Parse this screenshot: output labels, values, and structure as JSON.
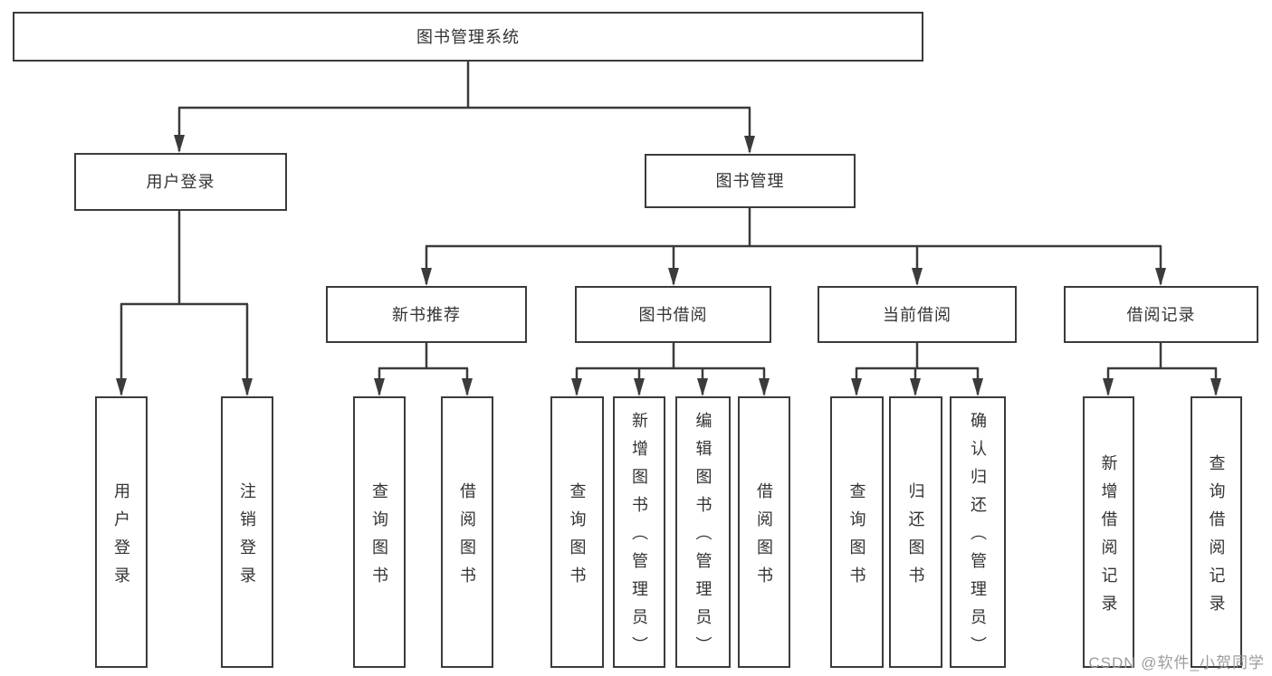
{
  "diagram": {
    "title": "图书管理系统",
    "watermark": "CSDN @软件_小贺同学",
    "colors": {
      "line": "#3b3b3b",
      "box_border": "#3b3b3b",
      "box_background": "#ffffff",
      "text": "#333333",
      "watermark_text": "#9c9c9c"
    },
    "nodes": {
      "root": "图书管理系统",
      "user_login": "用户登录",
      "book_mgmt": "图书管理",
      "new_book_rec": "新书推荐",
      "book_borrow": "图书借阅",
      "current_borrow": "当前借阅",
      "borrow_record": "借阅记录",
      "ul_login": "用户登录",
      "ul_logout": "注销登录",
      "nb_query": "查询图书",
      "nb_borrow": "借阅图书",
      "bb_query": "查询图书",
      "bb_add": "新增图书（管理员）",
      "bb_edit": "编辑图书（管理员）",
      "bb_borrow": "借阅图书",
      "cb_query": "查询图书",
      "cb_return": "归还图书",
      "cb_confirm": "确认归还（管理员）",
      "br_add": "新增借阅记录",
      "br_query": "查询借阅记录"
    }
  }
}
